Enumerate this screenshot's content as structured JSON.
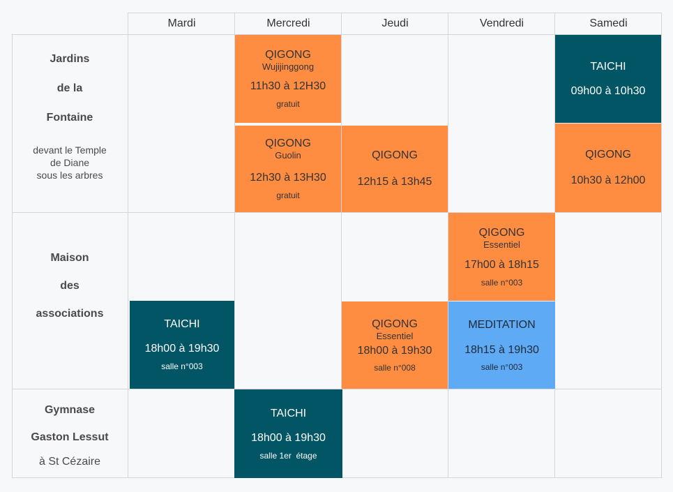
{
  "days": [
    "Mardi",
    "Mercredi",
    "Jeudi",
    "Vendredi",
    "Samedi"
  ],
  "venues": [
    {
      "lines": [
        "Jardins",
        "de la",
        "Fontaine"
      ],
      "note": [
        "devant le Temple",
        "de Diane",
        "sous les arbres"
      ]
    },
    {
      "lines": [
        "Maison",
        "des",
        "associations"
      ],
      "note": []
    },
    {
      "lines": [
        "Gymnase",
        "Gaston Lessut"
      ],
      "note": [
        "à St Cézaire"
      ]
    }
  ],
  "sessions": {
    "qigong_wujijinggong": {
      "title": "QIGONG",
      "sub": "Wujijinggong",
      "time": "11h30 à 12H30",
      "note": "gratuit"
    },
    "taichi_samedi": {
      "title": "TAICHI",
      "time": "09h00 à 10h30"
    },
    "qigong_guolin": {
      "title": "QIGONG",
      "sub": "Guolin",
      "time": "12h30 à 13H30",
      "note": "gratuit"
    },
    "qigong_jeudi": {
      "title": "QIGONG",
      "time": "12h15 à 13h45"
    },
    "qigong_samedi": {
      "title": "QIGONG",
      "time": "10h30 à 12h00"
    },
    "qigong_essentiel_vendredi": {
      "title": "QIGONG",
      "sub": "Essentiel",
      "time": "17h00 à 18h15",
      "note": "salle n°003"
    },
    "taichi_mardi": {
      "title": "TAICHI",
      "time": "18h00 à 19h30",
      "note": "salle n°003"
    },
    "qigong_essentiel_jeudi": {
      "title": "QIGONG",
      "sub": "Essentiel",
      "time": "18h00 à 19h30",
      "note": "salle n°008"
    },
    "meditation": {
      "title": "MEDITATION",
      "time": "18h15 à 19h30",
      "note": "salle n°003"
    },
    "taichi_gymnase": {
      "title": "TAICHI",
      "time": "18h00 à 19h30",
      "note": "salle 1er  étage"
    }
  },
  "colors": {
    "teal": "#025564",
    "orange": "#fe8d42",
    "blue": "#5eaaf4",
    "grid": "#d3d6da"
  }
}
